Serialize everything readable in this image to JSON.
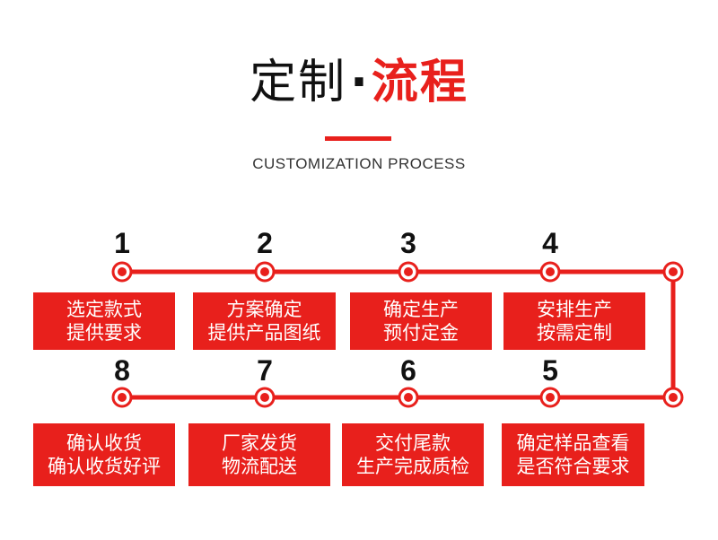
{
  "header": {
    "title_black": "定制",
    "title_dot": "·",
    "title_red": "流程",
    "subtitle": "CUSTOMIZATION PROCESS"
  },
  "colors": {
    "accent": "#e8201c",
    "text": "#111111"
  },
  "steps": [
    {
      "number": "1",
      "line1": "选定款式",
      "line2": "提供要求"
    },
    {
      "number": "2",
      "line1": "方案确定",
      "line2": "提供产品图纸"
    },
    {
      "number": "3",
      "line1": "确定生产",
      "line2": "预付定金"
    },
    {
      "number": "4",
      "line1": "安排生产",
      "line2": "按需定制"
    },
    {
      "number": "5",
      "line1": "确定样品查看",
      "line2": "是否符合要求"
    },
    {
      "number": "6",
      "line1": "交付尾款",
      "line2": "生产完成质检"
    },
    {
      "number": "7",
      "line1": "厂家发货",
      "line2": "物流配送"
    },
    {
      "number": "8",
      "line1": "确认收货",
      "line2": "确认收货好评"
    }
  ]
}
